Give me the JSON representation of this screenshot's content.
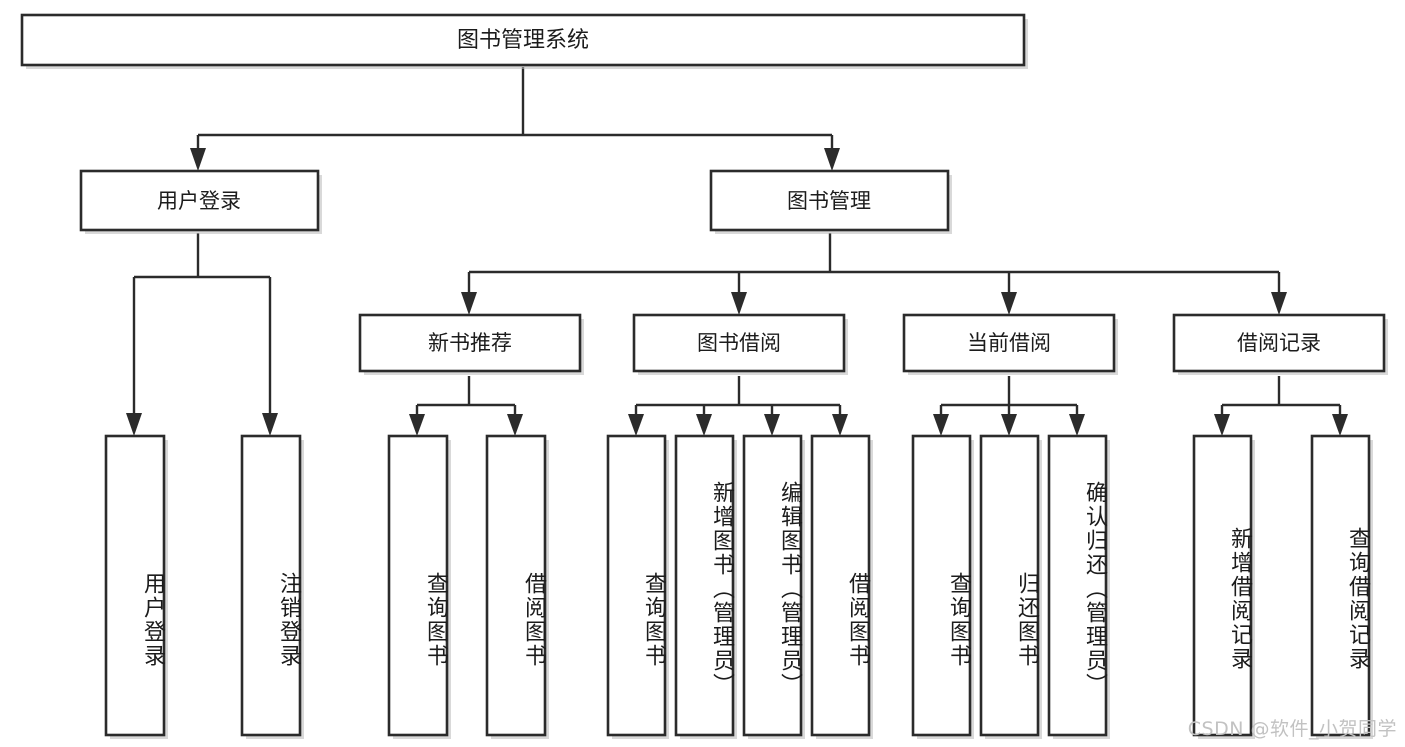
{
  "diagram": {
    "title": "图书管理系统",
    "type": "tree",
    "root": {
      "id": "root",
      "label": "图书管理系统",
      "orientation": "horizontal"
    },
    "level2": [
      {
        "id": "user-login",
        "label": "用户登录",
        "orientation": "horizontal"
      },
      {
        "id": "book-management",
        "label": "图书管理",
        "orientation": "horizontal"
      }
    ],
    "level3": [
      {
        "id": "new-book-recommend",
        "label": "新书推荐",
        "orientation": "horizontal",
        "parent": "book-management"
      },
      {
        "id": "book-borrow",
        "label": "图书借阅",
        "orientation": "horizontal",
        "parent": "book-management"
      },
      {
        "id": "current-borrow",
        "label": "当前借阅",
        "orientation": "horizontal",
        "parent": "book-management"
      },
      {
        "id": "borrow-record",
        "label": "借阅记录",
        "orientation": "horizontal",
        "parent": "book-management"
      }
    ],
    "leaves": [
      {
        "id": "leaf-user-login",
        "label": "用户登录",
        "parent": "user-login",
        "orientation": "vertical"
      },
      {
        "id": "leaf-logout-login",
        "label": "注销登录",
        "parent": "user-login",
        "orientation": "vertical"
      },
      {
        "id": "leaf-query-book-1",
        "label": "查询图书",
        "parent": "new-book-recommend",
        "orientation": "vertical"
      },
      {
        "id": "leaf-borrow-book-1",
        "label": "借阅图书",
        "parent": "new-book-recommend",
        "orientation": "vertical"
      },
      {
        "id": "leaf-query-book-2",
        "label": "查询图书",
        "parent": "book-borrow",
        "orientation": "vertical"
      },
      {
        "id": "leaf-add-book",
        "label": "新增图书（管理员）",
        "parent": "book-borrow",
        "orientation": "vertical"
      },
      {
        "id": "leaf-edit-book",
        "label": "编辑图书（管理员）",
        "parent": "book-borrow",
        "orientation": "vertical"
      },
      {
        "id": "leaf-borrow-book-2",
        "label": "借阅图书",
        "parent": "book-borrow",
        "orientation": "vertical"
      },
      {
        "id": "leaf-query-book-3",
        "label": "查询图书",
        "parent": "current-borrow",
        "orientation": "vertical"
      },
      {
        "id": "leaf-return-book",
        "label": "归还图书",
        "parent": "current-borrow",
        "orientation": "vertical"
      },
      {
        "id": "leaf-confirm-return",
        "label": "确认归还（管理员）",
        "parent": "current-borrow",
        "orientation": "vertical"
      },
      {
        "id": "leaf-add-record",
        "label": "新增借阅记录",
        "parent": "borrow-record",
        "orientation": "vertical"
      },
      {
        "id": "leaf-query-record",
        "label": "查询借阅记录",
        "parent": "borrow-record",
        "orientation": "vertical"
      }
    ],
    "colors": {
      "box_fill": "#ffffff",
      "box_stroke": "#2b2b2b",
      "connector": "#2b2b2b",
      "text": "#1c1c1c",
      "watermark": "#c2c2c2",
      "background": "#ffffff"
    }
  },
  "watermark": {
    "text": "CSDN @软件_小贺同学"
  }
}
